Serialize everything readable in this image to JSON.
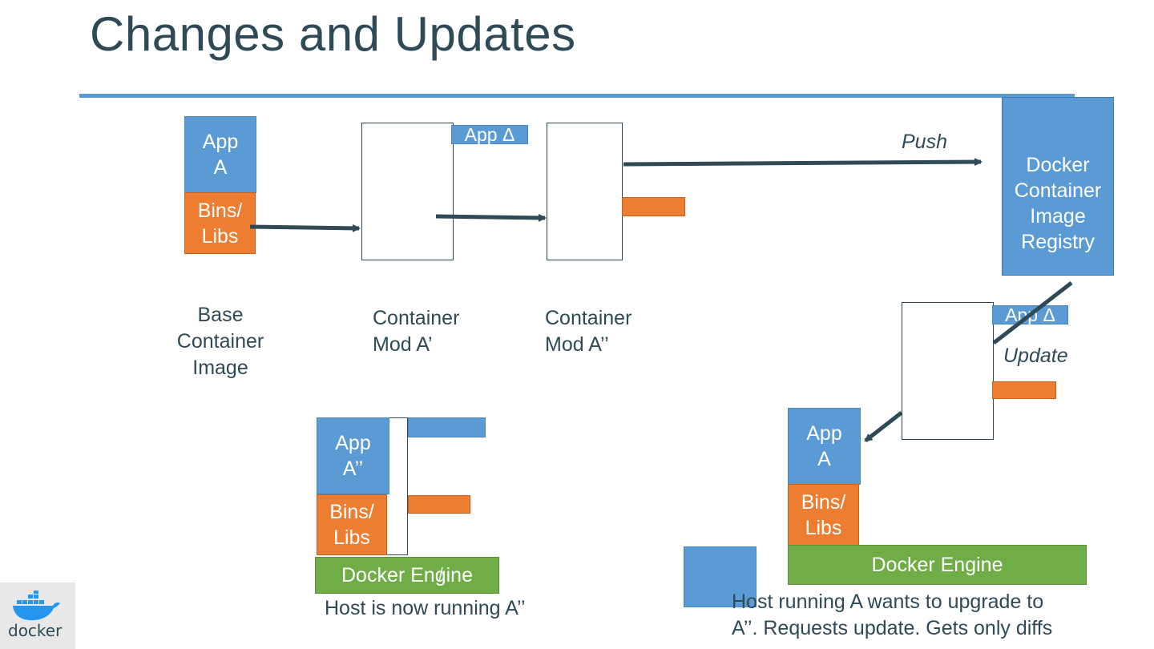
{
  "title": "Changes and Updates",
  "colors": {
    "accent_rule": "#5b9bd5",
    "app_blue": "#5b9bd5",
    "libs_orange": "#ed7d31",
    "engine_green": "#70ad47",
    "text_dark": "#2e4a57"
  },
  "base_image": {
    "app_label": "App\nA",
    "libs_label": "Bins/\nLibs",
    "caption": "Base\nContainer\nImage"
  },
  "mod_a1": {
    "delta_label": "App Δ",
    "caption": "Container\nMod A’"
  },
  "mod_a2": {
    "caption": "Container\nMod A’’"
  },
  "registry": {
    "label": "Docker\nContainer\nImage\nRegistry",
    "push_label": "Push",
    "update_label": "Update"
  },
  "update_container": {
    "delta_label": "App Δ"
  },
  "host_left": {
    "app_label": "App\nA’’",
    "libs_label": "Bins/\nLibs",
    "engine_label": "Docker Engine",
    "caption": "Host is now running A’’"
  },
  "host_right": {
    "app_label": "App\nA",
    "libs_label": "Bins/\nLibs",
    "engine_label": "Docker Engine",
    "caption": "Host running A wants to upgrade to\nA’’. Requests update. Gets only diffs"
  },
  "logo": {
    "text": "docker",
    "icon": "docker-whale-icon"
  }
}
